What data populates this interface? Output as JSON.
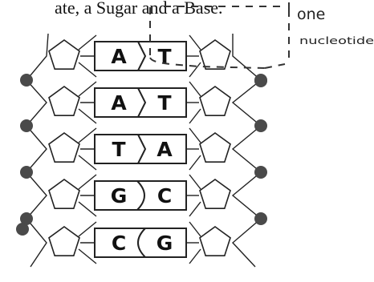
{
  "caption": "ate, a Sugar and a Base.",
  "annotation": {
    "line1": "one",
    "line2": "nucleotide"
  },
  "base_pairs": [
    {
      "left": "A",
      "right": "T",
      "left_connector": "point",
      "right_connector": "bracket"
    },
    {
      "left": "A",
      "right": "T",
      "left_connector": "point",
      "right_connector": "bracket"
    },
    {
      "left": "T",
      "right": "A",
      "left_connector": "point",
      "right_connector": "bracket"
    },
    {
      "left": "G",
      "right": "C",
      "left_connector": "round",
      "right_connector": "socket"
    },
    {
      "left": "C",
      "right": "G",
      "left_connector": "socket",
      "right_connector": "round"
    }
  ],
  "colors": {
    "ink": "#222222",
    "phosphate": "#4a4a4a",
    "background": "#ffffff"
  }
}
